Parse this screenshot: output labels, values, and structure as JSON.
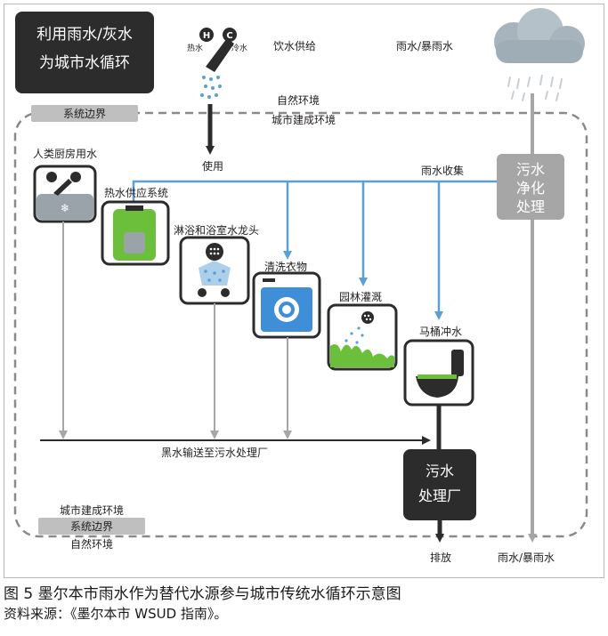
{
  "title_box": {
    "line1": "利用雨水/灰水",
    "line2": "为城市水循环"
  },
  "labels": {
    "hot_water": "热水",
    "cold_water": "冷水",
    "hot_letter": "H",
    "cold_letter": "C",
    "drinking_supply": "饮水供给",
    "rain_storm_top": "雨水/暴雨水",
    "natural_env_top": "自然环境",
    "urban_env_top": "城市建成环境",
    "system_boundary_top": "系统边界",
    "use": "使用",
    "rain_collection": "雨水收集",
    "purification_1": "污水",
    "purification_2": "净化",
    "purification_3": "处理",
    "kitchen": "人类厨房用水",
    "hot_water_system": "热水供应系统",
    "shower": "淋浴和浴室水龙头",
    "laundry": "清洗衣物",
    "garden": "园林灌溉",
    "toilet": "马桶冲水",
    "blackwater": "黑水输送至污水处理厂",
    "plant_1": "污水",
    "plant_2": "处理厂",
    "urban_env_bottom": "城市建成环境",
    "system_boundary_bottom": "系统边界",
    "natural_env_bottom": "自然环境",
    "discharge": "排放",
    "rain_storm_bottom": "雨水/暴雨水"
  },
  "caption": {
    "title": "图 5 墨尔本市雨水作为替代水源参与城市传统水循环示意图",
    "source": "资料来源：《墨尔本市 WSUD 指南》。"
  },
  "colors": {
    "dark": "#2c2c2c",
    "gray_arrow": "#a6a6a6",
    "blue_line": "#5b9fd6",
    "dashed": "#8a8a8a",
    "green": "#6cbf3a",
    "laundry_blue": "#3f8fd8"
  }
}
